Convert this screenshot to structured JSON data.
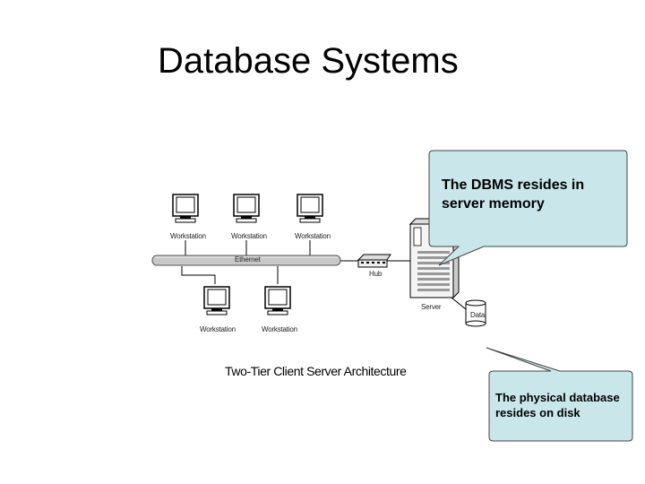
{
  "slide": {
    "title": "Database Systems"
  },
  "diagram": {
    "workstations": [
      "Workstation",
      "Workstation",
      "Workstation",
      "Workstation",
      "Workstation"
    ],
    "ethernet_label": "Ethernet",
    "hub_label": "Hub",
    "server_label": "Server",
    "data_label": "Data",
    "caption": "Two-Tier Client Server Architecture"
  },
  "callouts": {
    "server_memory": "The DBMS resides in server memory",
    "disk": "The physical database resides on disk"
  },
  "colors": {
    "callout_fill": "#c9e6ea",
    "callout_stroke": "#444444",
    "ethernet_fill": "#c8c8c8"
  }
}
